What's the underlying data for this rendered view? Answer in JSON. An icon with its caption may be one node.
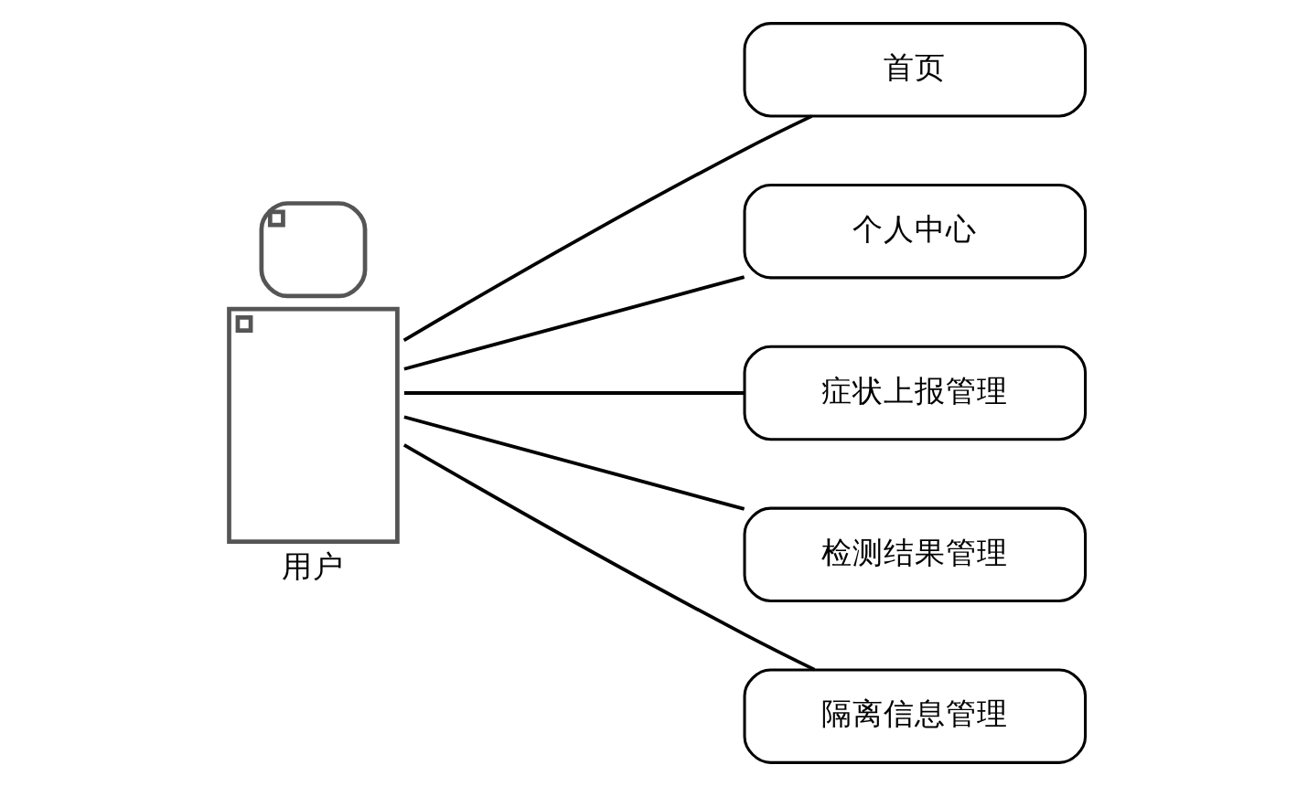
{
  "diagram": {
    "nodes": [
      {
        "text": [
          "用户"
        ]
      },
      {
        "text": [
          "首页"
        ]
      },
      {
        "text": [
          "个人中心"
        ]
      },
      {
        "text": [
          "症状上报管理"
        ]
      },
      {
        "text": [
          "检测结果管理"
        ]
      },
      {
        "text": [
          "隔离信息管理"
        ]
      }
    ],
    "edges": [
      {
        "from": 0,
        "to": 1,
        "arrow": "none"
      },
      {
        "from": 0,
        "to": 2,
        "arrow": "none"
      },
      {
        "from": 0,
        "to": 3,
        "arrow": "none"
      },
      {
        "from": 0,
        "to": 4,
        "arrow": "none"
      },
      {
        "from": 0,
        "to": 5,
        "arrow": "none"
      }
    ]
  }
}
